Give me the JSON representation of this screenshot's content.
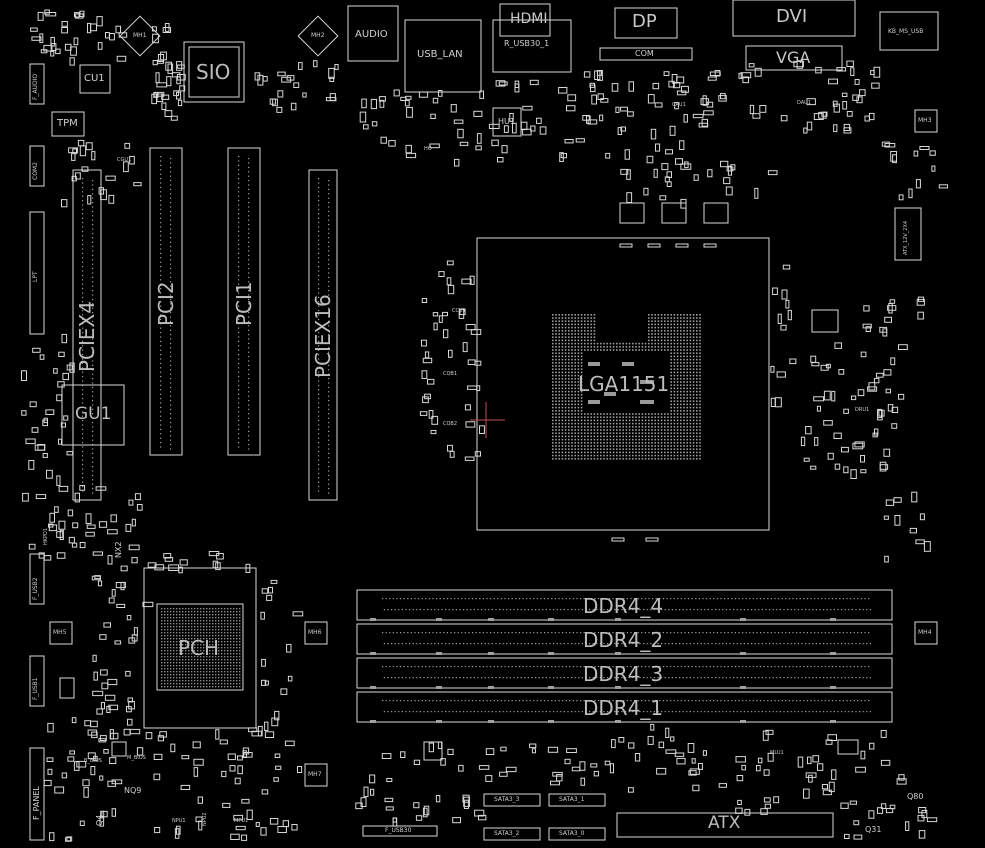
{
  "components": {
    "cpu_socket": "LGA1151",
    "pch": "PCH",
    "sio": "SIO",
    "gpu": "GU1",
    "cu1": "CU1",
    "tpm": "TPM",
    "hu1": "HU1",
    "dimm_4": "DDR4_4",
    "dimm_2": "DDR4_2",
    "dimm_3": "DDR4_3",
    "dimm_1": "DDR4_1",
    "pciex4": "PCIEX4",
    "pci2": "PCI2",
    "pci1": "PCI1",
    "pciex16": "PCIEX16",
    "atx": "ATX",
    "nq9": "NQ9",
    "q4": "Q4",
    "q31": "Q31",
    "q80": "Q80",
    "nx2": "NX2"
  },
  "connectors": {
    "audio": "AUDIO",
    "usb_lan": "USB_LAN",
    "hdmi": "HDMI",
    "r_usb30": "R_USB30_1",
    "dp": "DP",
    "com": "COM",
    "dvi": "DVI",
    "vga": "VGA",
    "kb_ms_usb": "KB_MS_USB",
    "sata3": "SATA3_3",
    "sata1": "SATA3_1",
    "sata2": "SATA3_2",
    "sata0": "SATA3_0",
    "f_panel": "F_PANEL",
    "f_usb2": "F_USB2",
    "f_usb1": "F_USB1",
    "f_audio": "F_AUDIO",
    "com2": "COM2",
    "lpt": "LPT",
    "f_usb30": "F_USB30",
    "atx_12v": "ATX_12V_2X4",
    "m_bios": "M_BIOS",
    "b_bios": "B_BIOS"
  },
  "holes": {
    "mh1": "MH1",
    "mh2": "MH2",
    "mh3": "MH3",
    "mh4": "MH4",
    "mh5": "MH5",
    "mh6": "MH6",
    "mh7": "MH7"
  },
  "small_parts": {
    "cau1": "CAU1",
    "dau1": "DAU1",
    "dru1": "DRU1",
    "ccu1": "CCU1",
    "cgu1": "CGU1",
    "cqb1": "CQB1",
    "cqb2": "CQB2",
    "hkpd1": "HKPD1",
    "mpu1": "MPU1",
    "npu1": "NPU1",
    "npu2": "NPU2",
    "mlu1": "MLU1",
    "ho": "HO"
  },
  "colors": {
    "background": "#000000",
    "outline": "#d8d8d8",
    "label": "#bdbdbd",
    "marker": "#c05050"
  }
}
